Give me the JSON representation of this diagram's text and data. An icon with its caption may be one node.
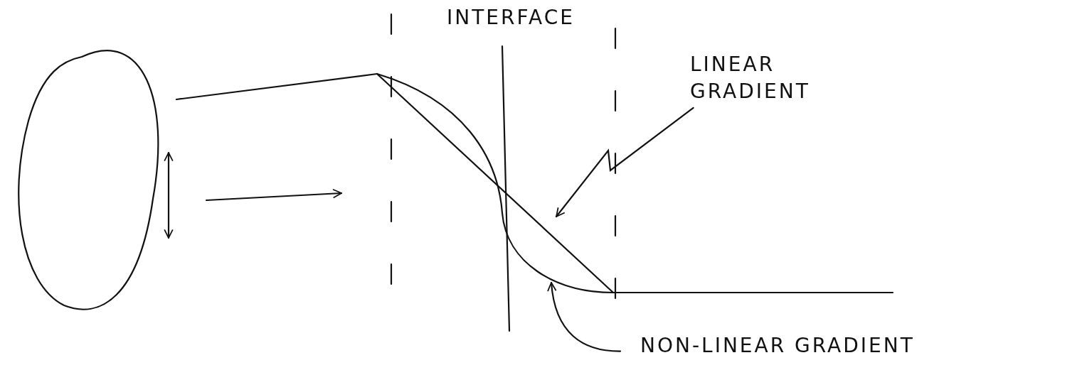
{
  "diagram": {
    "nodes": [
      {
        "text": [
          "LINEAR GRADIENT"
        ]
      },
      {
        "text": [
          "NON-LINEAR GRADIENT"
        ]
      }
    ],
    "edges": [
      {
        "from": 0,
        "to": null,
        "arrow": "to"
      },
      {
        "from": 1,
        "to": null,
        "arrow": "to"
      }
    ],
    "labels": [
      "INTERFACE"
    ]
  }
}
